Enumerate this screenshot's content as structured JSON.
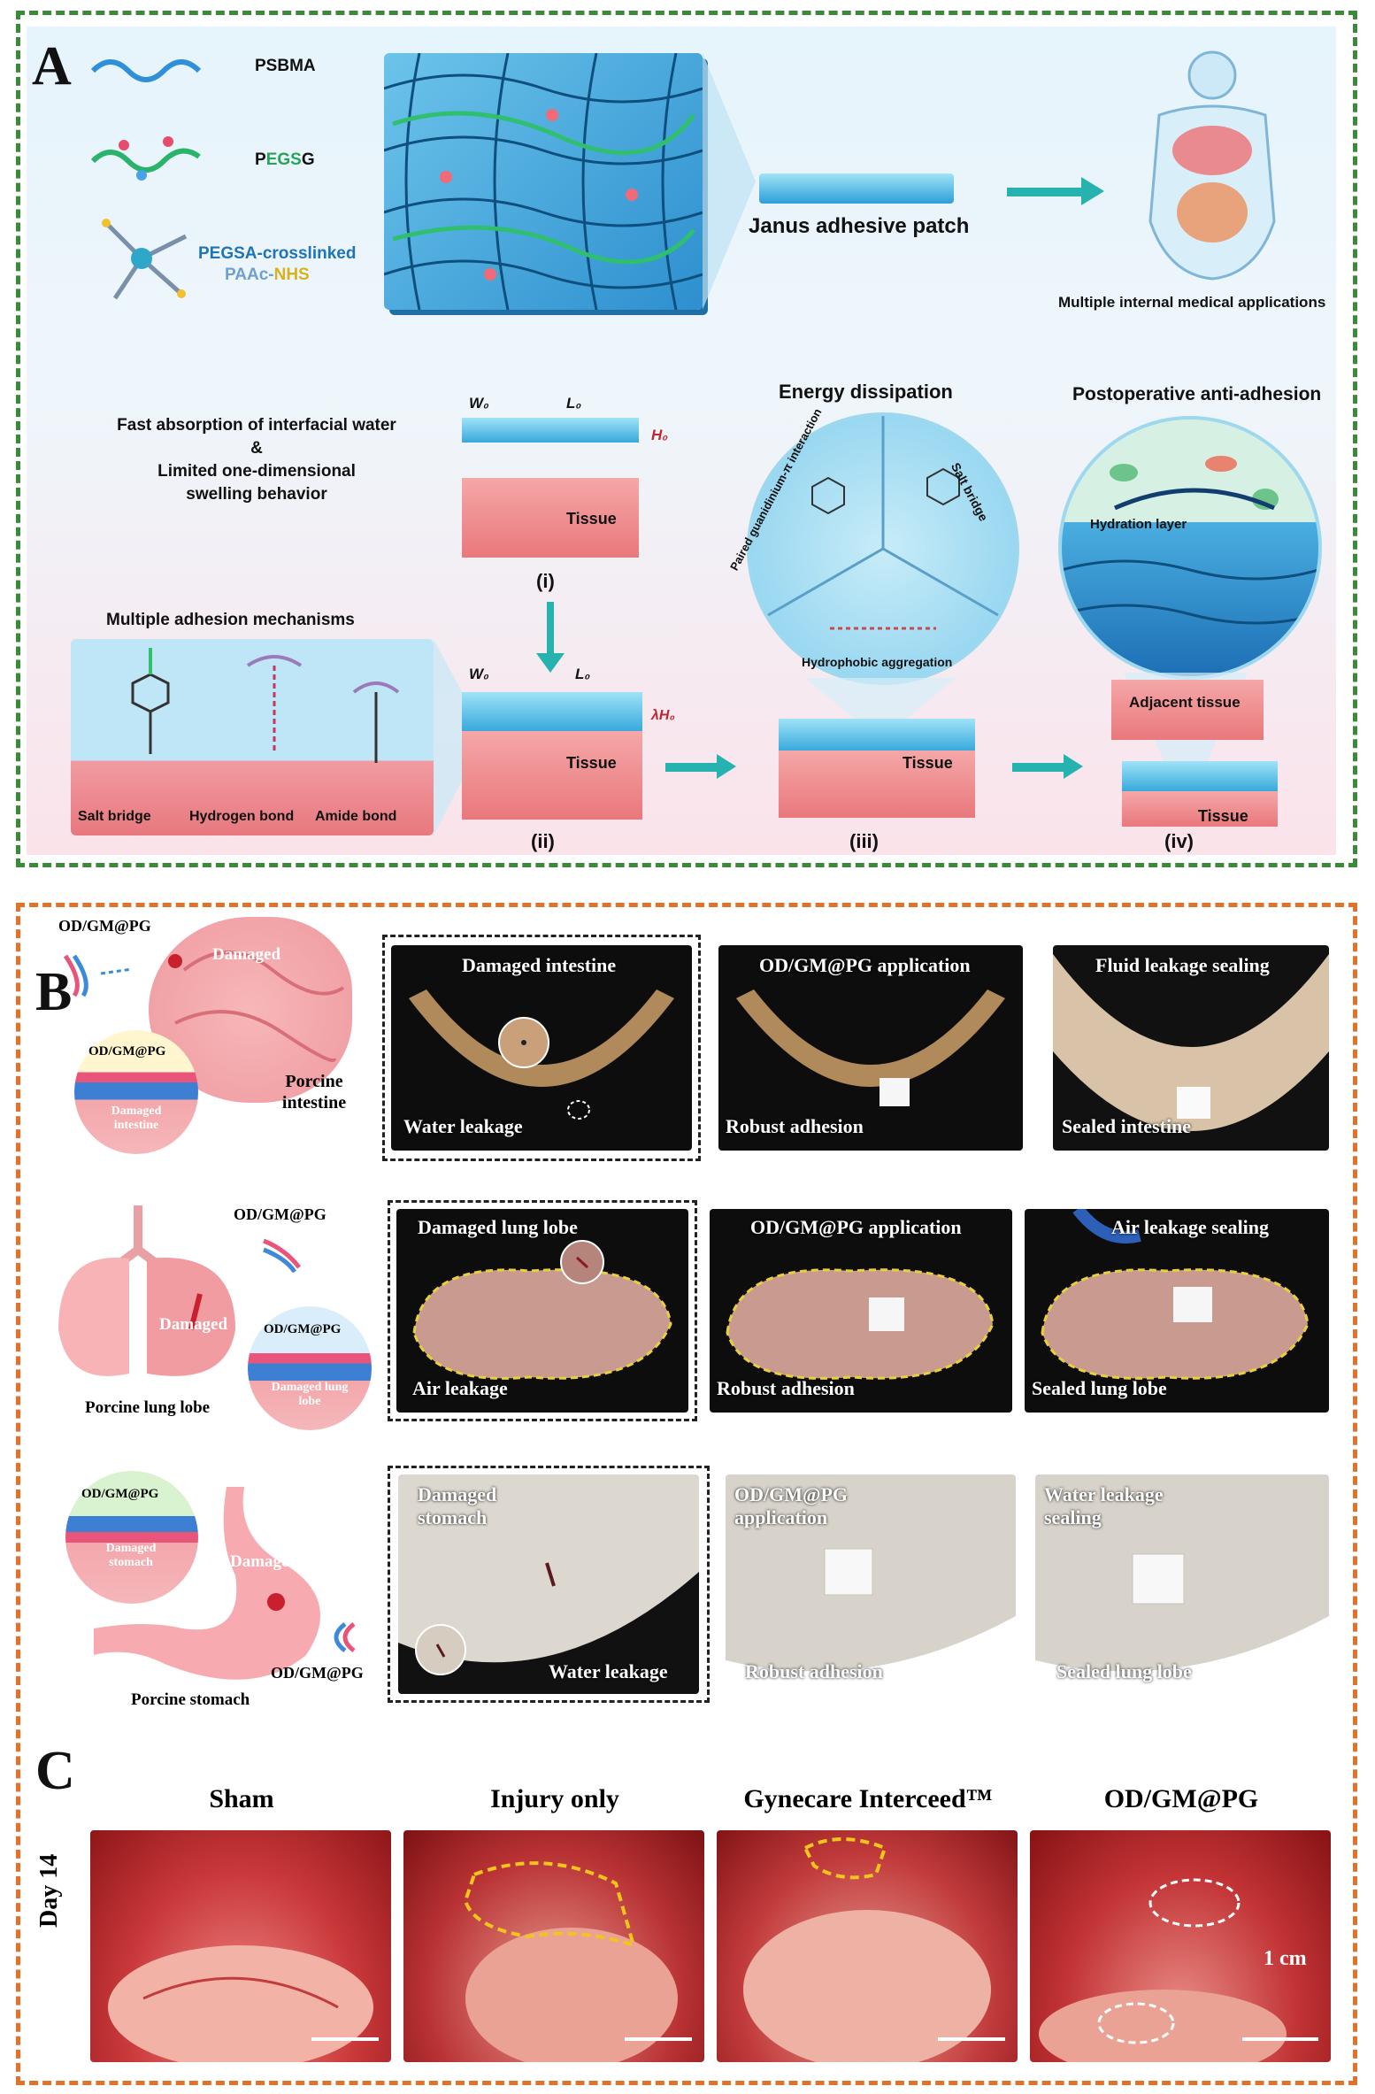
{
  "panels": {
    "a": {
      "letter": "A"
    },
    "b": {
      "letter": "B"
    },
    "c": {
      "letter": "C"
    }
  },
  "panel_a": {
    "legend": {
      "psbma": "PSBMA",
      "pegsg_p": "P",
      "pegsg_egs": "EGS",
      "pegsg_g": "G",
      "pegsa_line": "PEGSA-crosslinked",
      "paac_line1": "PAAc-",
      "paac_nhs": "NHS"
    },
    "janus_label": "Janus adhesive patch",
    "applications_label": "Multiple internal medical applications",
    "fast_absorption_line1": "Fast absorption of interfacial water",
    "fast_absorption_line2": "&",
    "fast_absorption_line3": "Limited one-dimensional",
    "fast_absorption_line4": "swelling behavior",
    "dims": {
      "w0": "W₀",
      "l0": "L₀",
      "h0": "H₀",
      "lh0": "λH₀"
    },
    "tissue_label": "Tissue",
    "adjacent_label": "Adjacent tissue",
    "steps": {
      "i": "(i)",
      "ii": "(ii)",
      "iii": "(iii)",
      "iv": "(iv)"
    },
    "mechanisms_title": "Multiple adhesion mechanisms",
    "mechanisms": {
      "salt": "Salt bridge",
      "hydrogen": "Hydrogen bond",
      "amide": "Amide bond"
    },
    "energy_title": "Energy dissipation",
    "energy_sectors": {
      "paired": "Paired guanidinium-π interaction",
      "salt": "Salt bridge",
      "hydrophobic": "Hydrophobic aggregation"
    },
    "antiadhesion_title": "Postoperative anti-adhesion",
    "hydration_label": "Hydration layer"
  },
  "panel_b": {
    "rows": [
      {
        "organ": "Porcine intestine",
        "agent": "OD/GM@PG",
        "damaged": "Damaged",
        "layer_label": "OD/GM@PG",
        "layer_sub": "Damaged intestine",
        "photos": [
          {
            "top": "Damaged intestine",
            "bottom": "Water leakage"
          },
          {
            "top": "OD/GM@PG application",
            "bottom": "Robust adhesion"
          },
          {
            "top": "Fluid leakage sealing",
            "bottom": "Sealed intestine"
          }
        ]
      },
      {
        "organ": "Porcine lung lobe",
        "agent": "OD/GM@PG",
        "damaged": "Damaged",
        "layer_label": "OD/GM@PG",
        "layer_sub": "Damaged lung lobe",
        "photos": [
          {
            "top": "Damaged lung lobe",
            "bottom": "Air leakage"
          },
          {
            "top": "OD/GM@PG application",
            "bottom": "Robust adhesion"
          },
          {
            "top": "Air leakage sealing",
            "bottom": "Sealed lung lobe"
          }
        ]
      },
      {
        "organ": "Porcine stomach",
        "agent": "OD/GM@PG",
        "damaged": "Damaged",
        "layer_label": "OD/GM@PG",
        "layer_sub": "Damaged stomach",
        "photos": [
          {
            "top": "Damaged stomach",
            "bottom": "Water leakage"
          },
          {
            "top": "OD/GM@PG application",
            "bottom": "Robust adhesion"
          },
          {
            "top": "Water leakage sealing",
            "bottom": "Sealed lung lobe"
          }
        ]
      }
    ]
  },
  "panel_c": {
    "row_label": "Day 14",
    "columns": [
      "Sham",
      "Injury only",
      "Gynecare Interceed™",
      "OD/GM@PG"
    ],
    "scale_label": "1 cm"
  },
  "colors": {
    "green_border": "#3a8a3a",
    "orange_border": "#e0722a",
    "teal_arrow": "#26b3b0"
  }
}
